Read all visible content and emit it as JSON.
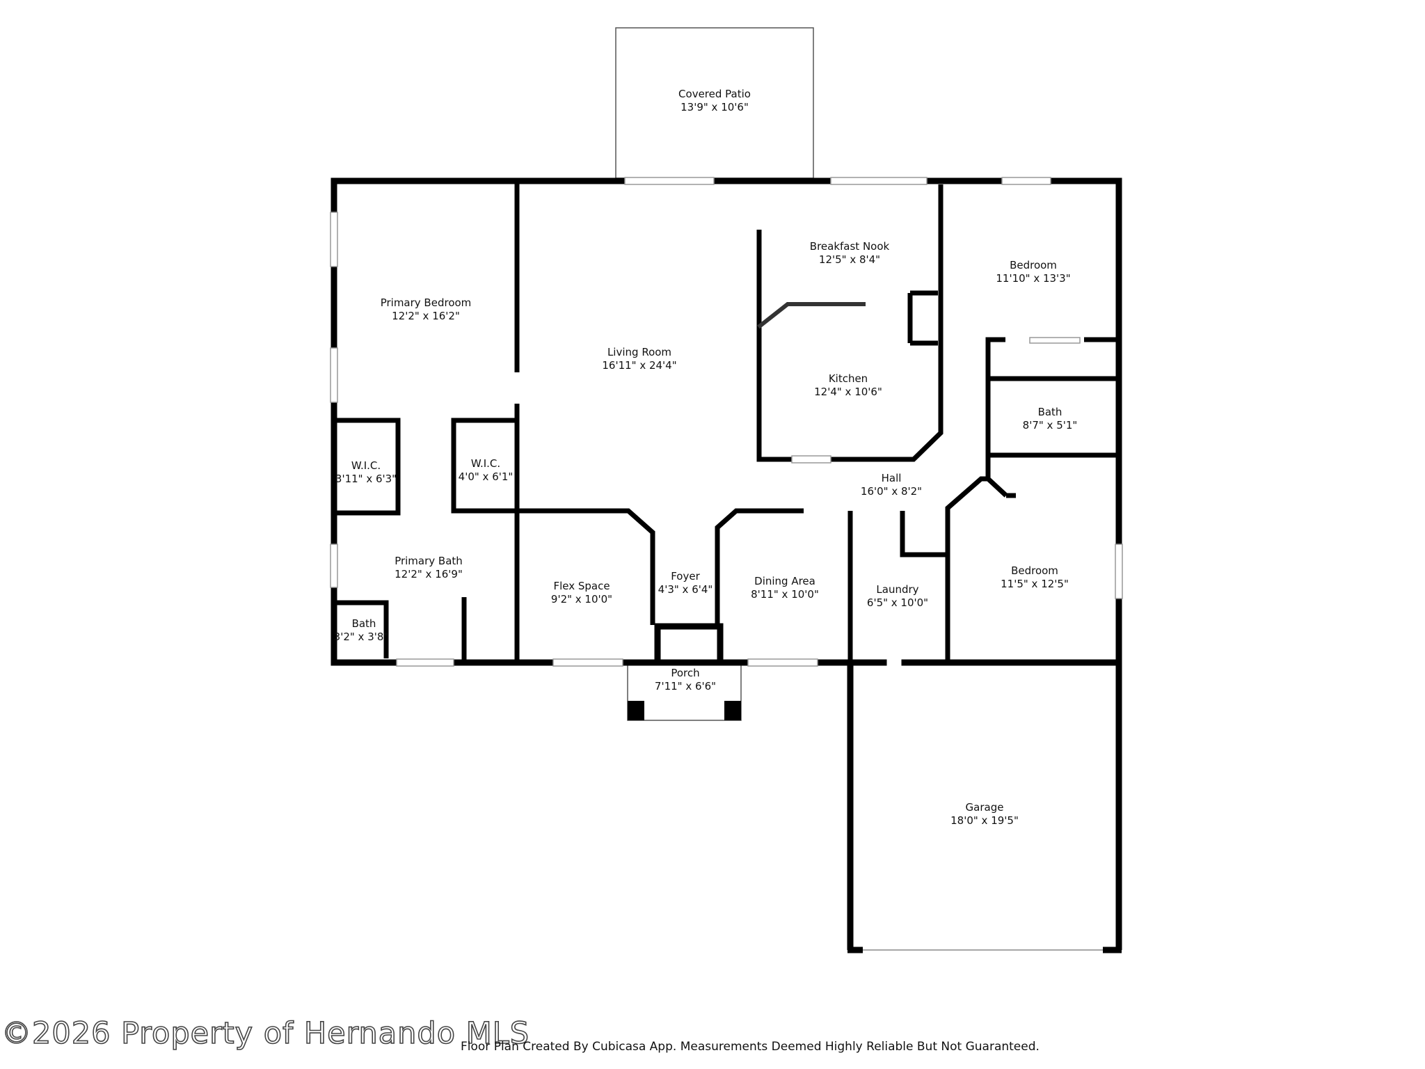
{
  "colors": {
    "wall": "#000000",
    "window": "#c7c7c7",
    "background": "#ffffff"
  },
  "rooms": [
    {
      "id": "covered-patio",
      "name": "Covered Patio",
      "dims": "13'9\" x 10'6\""
    },
    {
      "id": "primary-bedroom",
      "name": "Primary Bedroom",
      "dims": "12'2\" x 16'2\""
    },
    {
      "id": "living-room",
      "name": "Living Room",
      "dims": "16'11\" x 24'4\""
    },
    {
      "id": "breakfast-nook",
      "name": "Breakfast Nook",
      "dims": "12'5\" x 8'4\""
    },
    {
      "id": "kitchen",
      "name": "Kitchen",
      "dims": "12'4\" x 10'6\""
    },
    {
      "id": "bedroom-ne",
      "name": "Bedroom",
      "dims": "11'10\" x 13'3\""
    },
    {
      "id": "bath-hall",
      "name": "Bath",
      "dims": "8'7\" x 5'1\""
    },
    {
      "id": "hall",
      "name": "Hall",
      "dims": "16'0\" x 8'2\""
    },
    {
      "id": "wic-left",
      "name": "W.I.C.",
      "dims": "3'11\" x 6'3\""
    },
    {
      "id": "wic-right",
      "name": "W.I.C.",
      "dims": "4'0\" x 6'1\""
    },
    {
      "id": "primary-bath",
      "name": "Primary Bath",
      "dims": "12'2\" x 16'9\""
    },
    {
      "id": "bath-small",
      "name": "Bath",
      "dims": "3'2\" x 3'8\""
    },
    {
      "id": "flex-space",
      "name": "Flex Space",
      "dims": "9'2\" x 10'0\""
    },
    {
      "id": "foyer",
      "name": "Foyer",
      "dims": "4'3\" x 6'4\""
    },
    {
      "id": "dining-area",
      "name": "Dining Area",
      "dims": "8'11\" x 10'0\""
    },
    {
      "id": "laundry",
      "name": "Laundry",
      "dims": "6'5\" x 10'0\""
    },
    {
      "id": "bedroom-se",
      "name": "Bedroom",
      "dims": "11'5\" x 12'5\""
    },
    {
      "id": "porch",
      "name": "Porch",
      "dims": "7'11\" x 6'6\""
    },
    {
      "id": "garage",
      "name": "Garage",
      "dims": "18'0\" x 19'5\""
    }
  ],
  "watermark": "©2026 Property of Hernando MLS",
  "footer_note": "Floor Plan Created By Cubicasa App. Measurements Deemed Highly Reliable But Not Guaranteed."
}
